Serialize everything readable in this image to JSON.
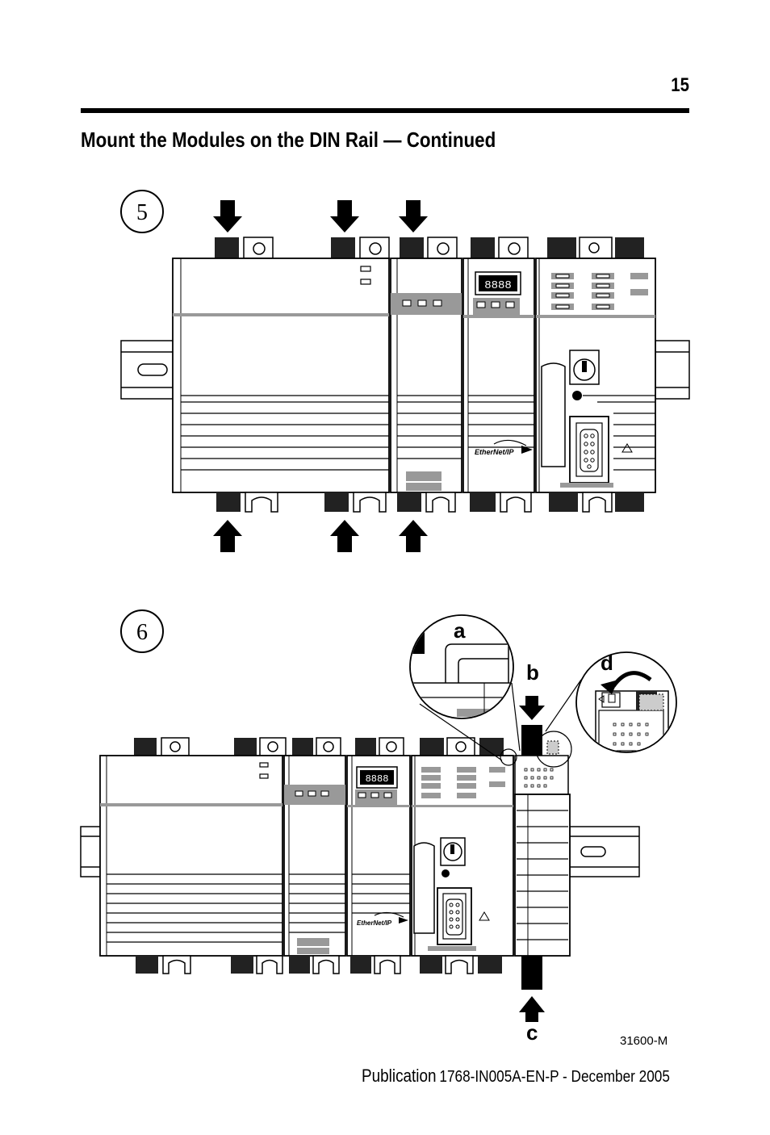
{
  "page": {
    "number": "15",
    "heading": "Mount the Modules on the DIN Rail — Continued"
  },
  "figure": {
    "step5_label": "5",
    "step6_label": "6",
    "callout_a": "a",
    "callout_b": "b",
    "callout_c": "c",
    "callout_d": "d",
    "ethernet_logo": "EtherNet/IP",
    "figure_id": "31600-M"
  },
  "footer": {
    "publication_word": "Publication",
    "publication_id": "1768-IN005A-EN-P - December 2005"
  }
}
